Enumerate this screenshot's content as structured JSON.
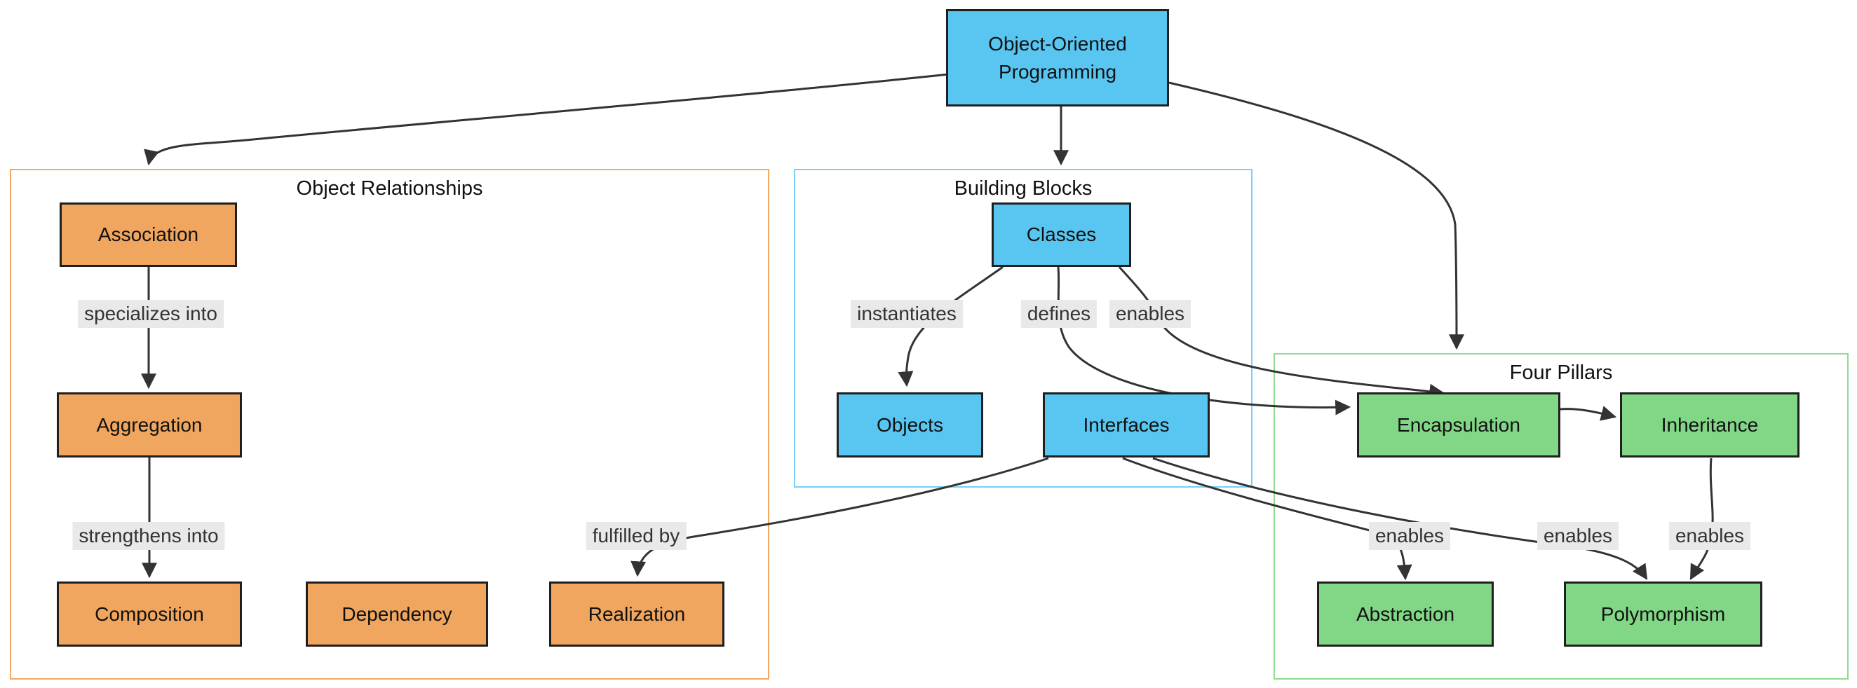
{
  "colors": {
    "background": "#ffffff",
    "node_blue": "#58c6f1",
    "node_orange": "#f0a65f",
    "node_green": "#82d786",
    "node_border": "#1f1f1f",
    "cluster_orange_border": "#f2a963",
    "cluster_blue_border": "#78cff5",
    "cluster_green_border": "#8fdc8f",
    "edge_line": "#333333",
    "edge_label_bg": "#e9e9e9"
  },
  "flowchart": {
    "clusters": [
      {
        "title": "Object Relationships",
        "border_color": "#f2a963"
      },
      {
        "title": "Building Blocks",
        "border_color": "#78cff5"
      },
      {
        "title": "Four Pillars",
        "border_color": "#8fdc8f"
      }
    ],
    "nodes": {
      "oop": {
        "label": "Object-Oriented Programming",
        "color": "#58c6f1"
      },
      "association": {
        "label": "Association",
        "color": "#f0a65f"
      },
      "aggregation": {
        "label": "Aggregation",
        "color": "#f0a65f"
      },
      "composition": {
        "label": "Composition",
        "color": "#f0a65f"
      },
      "dependency": {
        "label": "Dependency",
        "color": "#f0a65f"
      },
      "realization": {
        "label": "Realization",
        "color": "#f0a65f"
      },
      "classes": {
        "label": "Classes",
        "color": "#58c6f1"
      },
      "objects": {
        "label": "Objects",
        "color": "#58c6f1"
      },
      "interfaces": {
        "label": "Interfaces",
        "color": "#58c6f1"
      },
      "encapsulation": {
        "label": "Encapsulation",
        "color": "#82d786"
      },
      "inheritance": {
        "label": "Inheritance",
        "color": "#82d786"
      },
      "abstraction": {
        "label": "Abstraction",
        "color": "#82d786"
      },
      "polymorphism": {
        "label": "Polymorphism",
        "color": "#82d786"
      }
    },
    "edge_labels": {
      "specializes_into": "specializes into",
      "strengthens_into": "strengthens into",
      "fulfilled_by": "fulfilled by",
      "instantiates": "instantiates",
      "defines": "defines",
      "enables": "enables"
    },
    "edges": [
      {
        "from": "Object-Oriented Programming",
        "to": "Object Relationships",
        "label": ""
      },
      {
        "from": "Object-Oriented Programming",
        "to": "Building Blocks",
        "label": ""
      },
      {
        "from": "Object-Oriented Programming",
        "to": "Four Pillars",
        "label": ""
      },
      {
        "from": "Association",
        "to": "Aggregation",
        "label": "specializes into"
      },
      {
        "from": "Aggregation",
        "to": "Composition",
        "label": "strengthens into"
      },
      {
        "from": "Classes",
        "to": "Objects",
        "label": "instantiates"
      },
      {
        "from": "Classes",
        "to": "Encapsulation",
        "label": "defines"
      },
      {
        "from": "Classes",
        "to": "Encapsulation",
        "label": "enables"
      },
      {
        "from": "Encapsulation",
        "to": "Inheritance",
        "label": ""
      },
      {
        "from": "Interfaces",
        "to": "Realization",
        "label": "fulfilled by"
      },
      {
        "from": "Interfaces",
        "to": "Abstraction",
        "label": "enables"
      },
      {
        "from": "Interfaces",
        "to": "Polymorphism",
        "label": "enables"
      },
      {
        "from": "Inheritance",
        "to": "Polymorphism",
        "label": "enables"
      }
    ]
  }
}
